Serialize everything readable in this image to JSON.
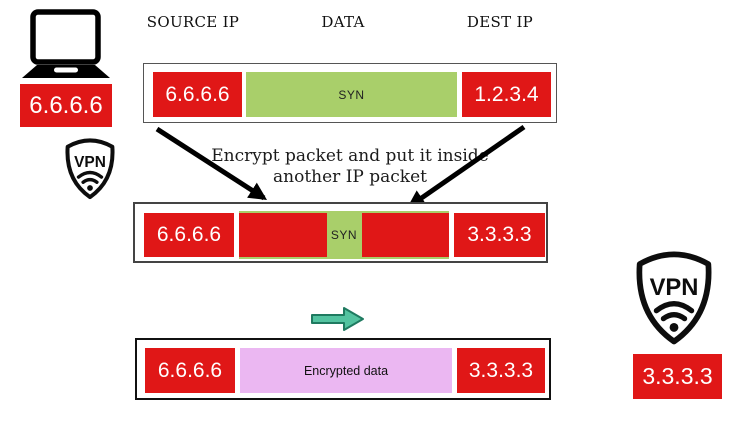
{
  "column_headers": {
    "source_ip": "SOURCE IP",
    "data": "DATA",
    "dest_ip": "DEST IP"
  },
  "annotation": {
    "line1": "Encrypt packet and put it inside",
    "line2": "another IP packet"
  },
  "client": {
    "ip": "6.6.6.6",
    "vpn_shield_label": "VPN"
  },
  "vpn_server": {
    "ip": "3.3.3.3",
    "vpn_shield_label": "VPN"
  },
  "packets": {
    "original": {
      "source_ip": "6.6.6.6",
      "data_label": "SYN",
      "dest_ip": "1.2.3.4"
    },
    "encapsulated": {
      "source_ip": "6.6.6.6",
      "inner_data_label": "SYN",
      "dest_ip": "3.3.3.3"
    },
    "encrypted": {
      "source_ip": "6.6.6.6",
      "data_label": "Encrypted data",
      "dest_ip": "3.3.3.3"
    }
  },
  "icons": {
    "laptop": "laptop-icon",
    "vpn_shield": "vpn-shield-icon",
    "wifi": "wifi-icon",
    "encrypt_arrows": "black-arrow-icon",
    "forward_arrow": "teal-arrow-icon"
  },
  "colors": {
    "ip_red": "#e01717",
    "data_green": "#a9cf6a",
    "encrypted_lavender": "#ebb7f2",
    "arrow_teal": "#53c3a0",
    "arrow_teal_outline": "#1f7a60",
    "arrow_black": "#000000"
  }
}
